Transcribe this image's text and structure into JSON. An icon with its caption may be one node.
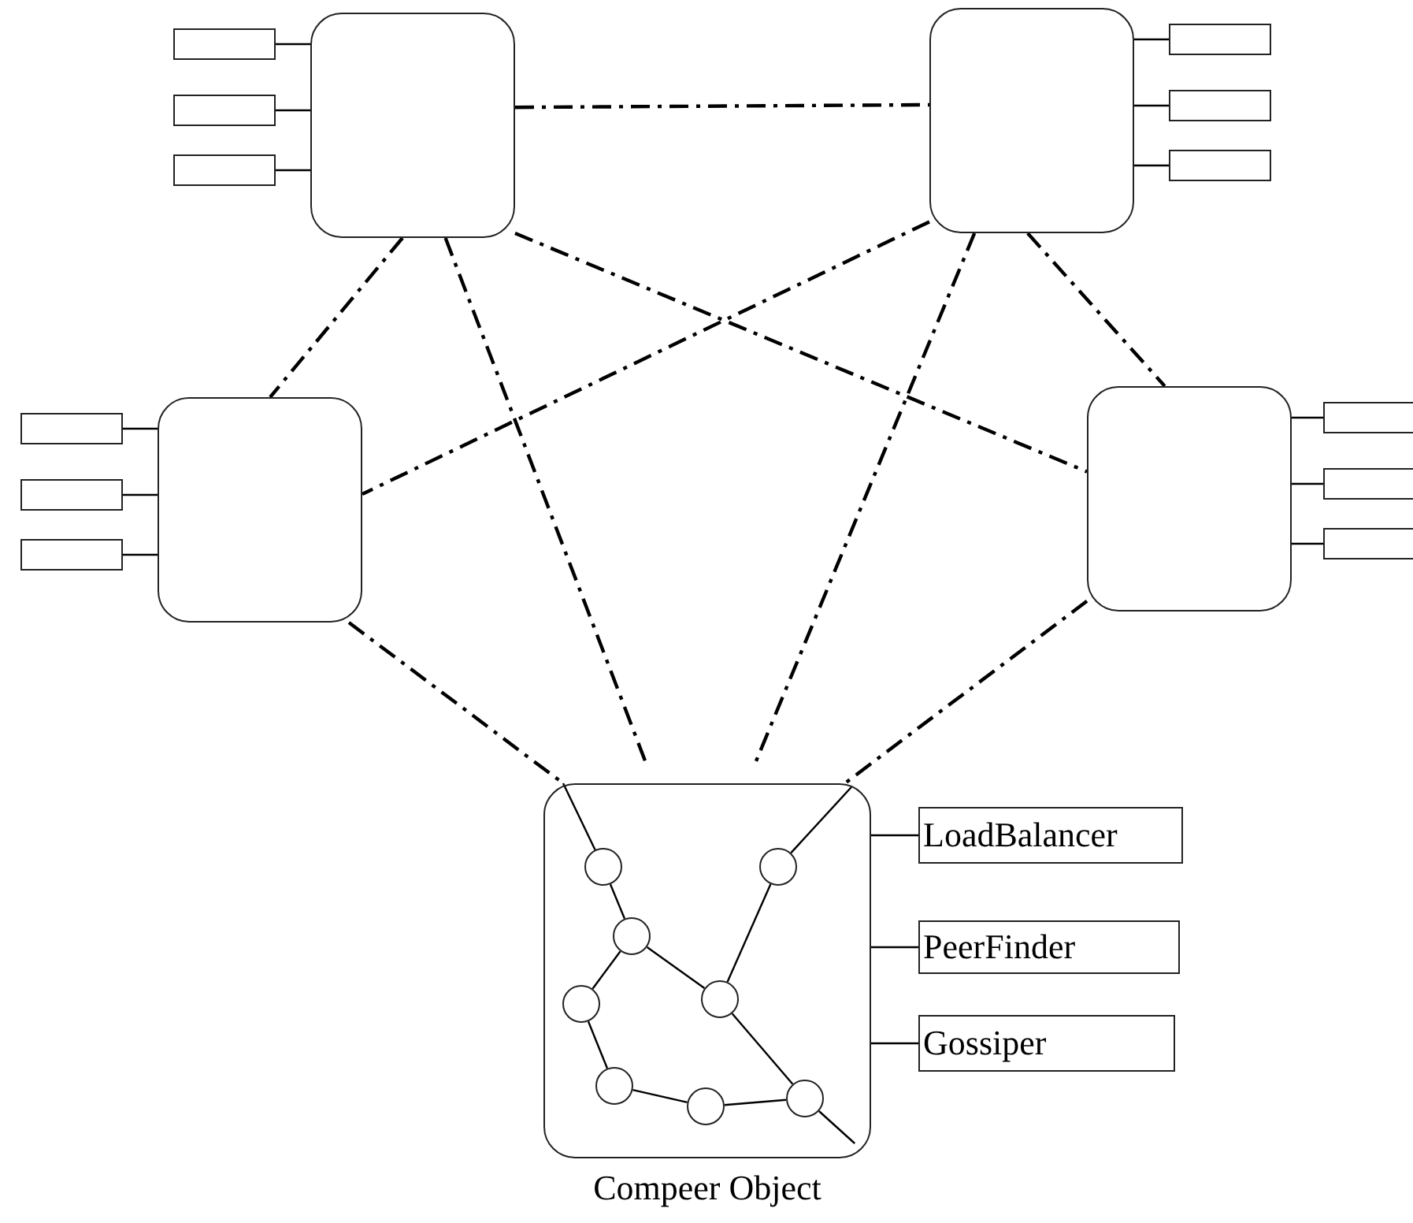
{
  "diagram": {
    "nodes": [
      {
        "text": [],
        "shape": "box"
      },
      {
        "text": [],
        "shape": "box"
      },
      {
        "text": [],
        "shape": "box"
      },
      {
        "text": [],
        "shape": "box"
      },
      {
        "text": [],
        "shape": "box"
      },
      {
        "text": [],
        "shape": "box"
      },
      {
        "text": [],
        "shape": "box"
      },
      {
        "text": [],
        "shape": "box"
      },
      {
        "text": [],
        "shape": "box"
      },
      {
        "text": [],
        "shape": "box"
      },
      {
        "text": [],
        "shape": "box"
      },
      {
        "text": [],
        "shape": "box"
      },
      {
        "text": [],
        "shape": "box"
      },
      {
        "text": [],
        "shape": "box"
      },
      {
        "text": [],
        "shape": "box"
      },
      {
        "text": [],
        "shape": "box"
      },
      {
        "text": [],
        "shape": "box",
        "beside": [
          "Compeer Object"
        ]
      },
      {
        "text": [],
        "shape": "circle",
        "in": 16
      },
      {
        "text": [],
        "shape": "circle",
        "in": 16
      },
      {
        "text": [],
        "shape": "circle",
        "in": 16
      },
      {
        "text": [],
        "shape": "circle",
        "in": 16
      },
      {
        "text": [],
        "shape": "circle",
        "in": 16
      },
      {
        "text": [],
        "shape": "circle",
        "in": 16
      },
      {
        "text": [],
        "shape": "circle",
        "in": 16
      },
      {
        "text": [],
        "shape": "circle",
        "in": 16
      },
      {
        "text": [
          "LoadBalancer"
        ]
      },
      {
        "text": [
          "PeerFinder"
        ]
      },
      {
        "text": [
          "Gossiper"
        ]
      }
    ],
    "edges": [
      {
        "from": 0,
        "to": 4,
        "arrow": "none",
        "style": "dashed"
      },
      {
        "from": 0,
        "to": 8,
        "arrow": "none",
        "style": "dashed"
      },
      {
        "from": 0,
        "to": 16,
        "arrow": "none",
        "style": "dashed"
      },
      {
        "from": 0,
        "to": 12,
        "arrow": "none",
        "style": "dashed"
      },
      {
        "from": 4,
        "to": 8,
        "arrow": "none",
        "style": "dashed"
      },
      {
        "from": 4,
        "to": 16,
        "arrow": "none",
        "style": "dashed"
      },
      {
        "from": 4,
        "to": 12,
        "arrow": "none",
        "style": "dashed"
      },
      {
        "from": 8,
        "to": 16,
        "arrow": "none",
        "style": "dashed"
      },
      {
        "from": 12,
        "to": 16,
        "arrow": "none",
        "style": "dashed"
      },
      {
        "from": 1,
        "to": 0,
        "arrow": "none"
      },
      {
        "from": 2,
        "to": 0,
        "arrow": "none"
      },
      {
        "from": 3,
        "to": 0,
        "arrow": "none"
      },
      {
        "from": 4,
        "to": 5,
        "arrow": "none"
      },
      {
        "from": 4,
        "to": 6,
        "arrow": "none"
      },
      {
        "from": 4,
        "to": 7,
        "arrow": "none"
      },
      {
        "from": 9,
        "to": 8,
        "arrow": "none"
      },
      {
        "from": 10,
        "to": 8,
        "arrow": "none"
      },
      {
        "from": 11,
        "to": 8,
        "arrow": "none"
      },
      {
        "from": 12,
        "to": 13,
        "arrow": "none"
      },
      {
        "from": 12,
        "to": 14,
        "arrow": "none"
      },
      {
        "from": 12,
        "to": 15,
        "arrow": "none"
      },
      {
        "from": 16,
        "to": 25,
        "arrow": "none"
      },
      {
        "from": 16,
        "to": 26,
        "arrow": "none"
      },
      {
        "from": 16,
        "to": 27,
        "arrow": "none"
      },
      {
        "from": 16,
        "to": 17,
        "arrow": "none"
      },
      {
        "from": 16,
        "to": 18,
        "arrow": "none"
      },
      {
        "from": 17,
        "to": 19,
        "arrow": "none"
      },
      {
        "from": 19,
        "to": 20,
        "arrow": "none"
      },
      {
        "from": 19,
        "to": 21,
        "arrow": "none"
      },
      {
        "from": 18,
        "to": 20,
        "arrow": "none"
      },
      {
        "from": 21,
        "to": 22,
        "arrow": "none"
      },
      {
        "from": 22,
        "to": 23,
        "arrow": "none"
      },
      {
        "from": 23,
        "to": 24,
        "arrow": "none"
      },
      {
        "from": 20,
        "to": 24,
        "arrow": "none"
      },
      {
        "from": 24,
        "to": 16,
        "arrow": "none"
      }
    ]
  }
}
